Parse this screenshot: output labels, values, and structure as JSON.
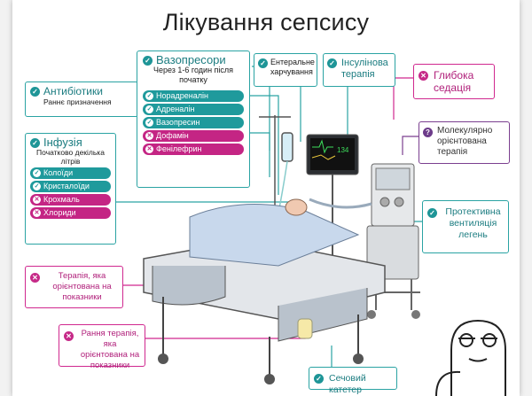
{
  "title": "Лікування сепсису",
  "colors": {
    "teal": "#2aa3a3",
    "magenta": "#d0288f",
    "purple": "#7b3f8f"
  },
  "boxes": {
    "antibiotics": {
      "heading": "Антибіотики",
      "sub": "Раннє призначення"
    },
    "infusion": {
      "heading": "Інфузія",
      "sub": "Початково декілька літрів",
      "items": [
        "Колоїди",
        "Кристалоїди",
        "Крохмаль",
        "Хлориди"
      ]
    },
    "vasopressors": {
      "heading": "Вазопресори",
      "sub": "Через 1-6 годин після початку",
      "items": [
        "Норадреналін",
        "Адреналін",
        "Вазопресин",
        "Дофамін",
        "Фенілефрин"
      ]
    },
    "enteral": {
      "text": "Ентеральне харчування"
    },
    "insulin": {
      "text": "Інсулінова терапія"
    },
    "sedation": {
      "text": "Глибока седація"
    },
    "molecular": {
      "text": "Молекулярно орієнтована терапія"
    },
    "ventilation": {
      "text": "Протективна вентиляція легень"
    },
    "indicators": {
      "text": "Терапія, яка орієнтована на показники"
    },
    "early": {
      "text": "Рання терапія, яка орієнтована на показники"
    },
    "catheter": {
      "text": "Сечовий катетер"
    }
  },
  "monitor": {
    "value": "134"
  },
  "icons": {
    "ok": "check-icon",
    "no": "cross-icon",
    "question": "question-icon"
  }
}
